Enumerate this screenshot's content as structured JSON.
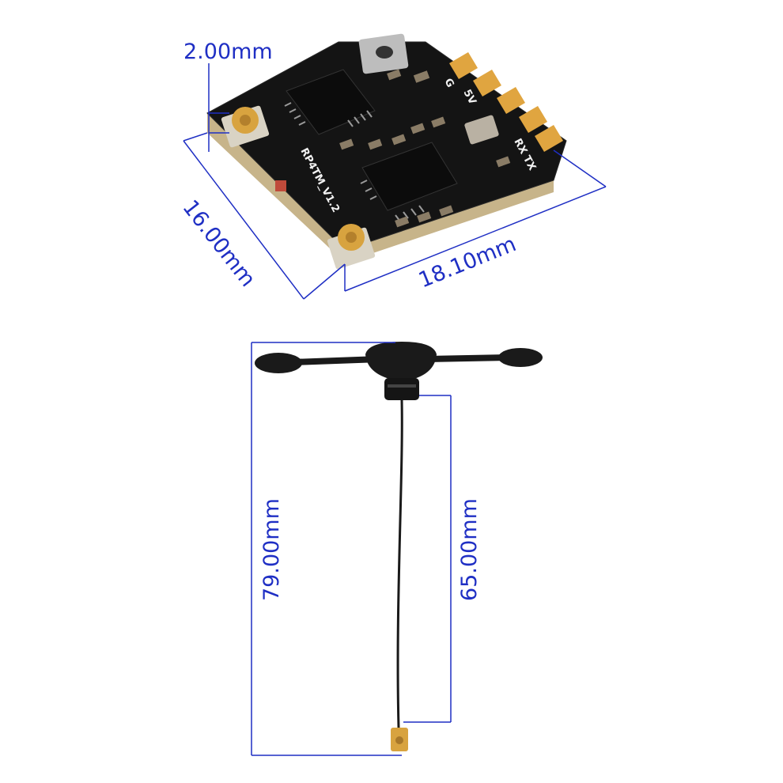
{
  "colors": {
    "dimension_line": "#1f2fc4",
    "pcb": "#141414",
    "pad_gold": "#e0a540",
    "antenna": "#1a1a1a"
  },
  "dimensions": {
    "thickness": "2.00mm",
    "width": "16.00mm",
    "length": "18.10mm",
    "antenna_total": "79.00mm",
    "antenna_cable": "65.00mm"
  },
  "board": {
    "silkscreen_model": "RP4TM_V1.2",
    "silkscreen_pad_5v": "5V",
    "silkscreen_pad_g": "G",
    "silkscreen_pad_rx_tx": "RX TX"
  }
}
